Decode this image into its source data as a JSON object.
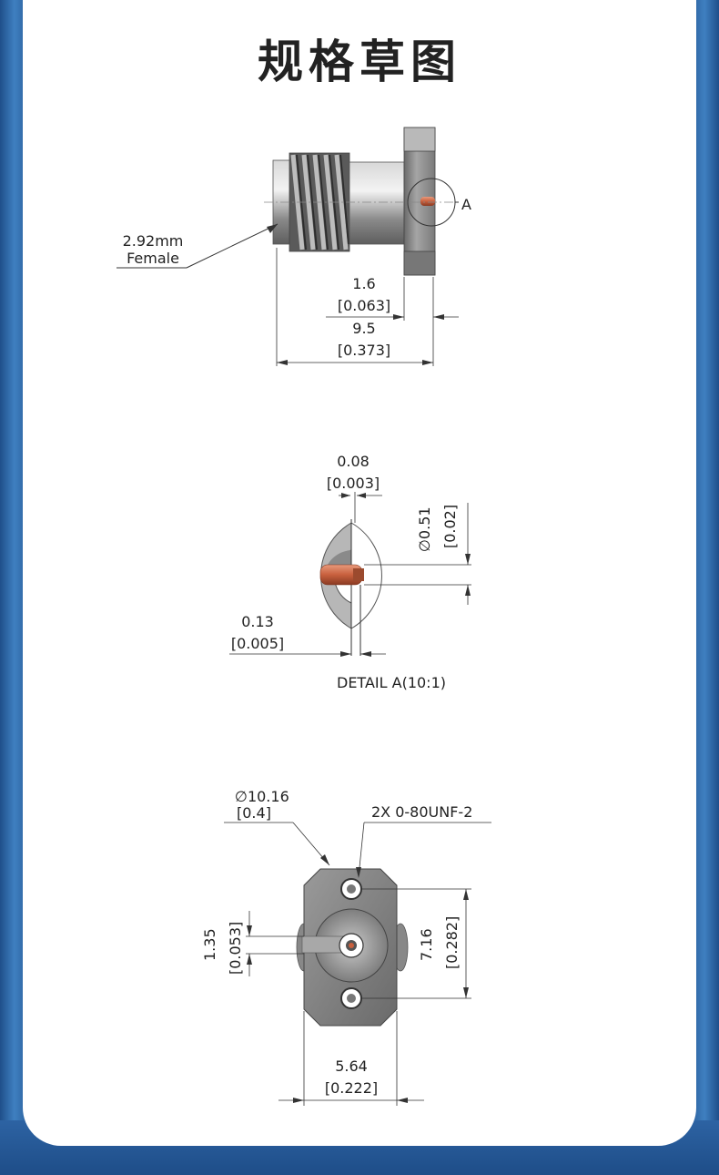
{
  "page": {
    "title": "规格草图"
  },
  "side_view": {
    "connector_label_line1": "2.92mm",
    "connector_label_line2": "Female",
    "detail_callout": "A",
    "flange_mm": "1.6",
    "flange_in": "[0.063]",
    "length_mm": "9.5",
    "length_in": "[0.373]"
  },
  "detail_view": {
    "top_mm": "0.08",
    "top_in": "[0.003]",
    "dia_mm": "∅0.51",
    "dia_in": "[0.02]",
    "left_mm": "0.13",
    "left_in": "[0.005]",
    "caption": "DETAIL A(10:1)"
  },
  "front_view": {
    "dia_mm": "∅10.16",
    "dia_in": "[0.4]",
    "thread": "2X 0-80UNF-2",
    "left_mm": "1.35",
    "left_in": "[0.053]",
    "right_mm": "7.16",
    "right_in": "[0.282]",
    "bottom_mm": "5.64",
    "bottom_in": "[0.222]"
  },
  "colors": {
    "background_blue": "#2a5f9c",
    "card": "#ffffff",
    "pin_copper": "#c8603e"
  }
}
